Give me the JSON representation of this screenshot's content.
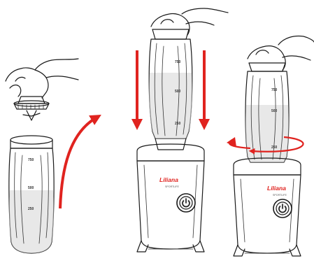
{
  "brand": {
    "name": "Liliana",
    "model": "SPORTLIFE"
  },
  "bottle_marks": [
    "750",
    "500",
    "250"
  ],
  "colors": {
    "arrow": "#e0231f",
    "line": "#1a1a1a",
    "liquid": "#d8d8d8",
    "bottle_fill": "#fbfbfb",
    "button": "#ffffff"
  },
  "icons": {
    "power": "power-icon"
  }
}
